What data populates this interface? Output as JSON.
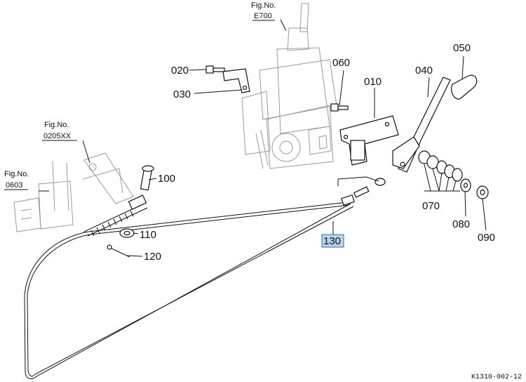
{
  "diagram": {
    "callouts": [
      {
        "id": "c050",
        "text": "050"
      },
      {
        "id": "c040",
        "text": "040"
      },
      {
        "id": "c060",
        "text": "060"
      },
      {
        "id": "c010",
        "text": "010"
      },
      {
        "id": "c020",
        "text": "020"
      },
      {
        "id": "c030",
        "text": "030"
      },
      {
        "id": "c100",
        "text": "100"
      },
      {
        "id": "c110",
        "text": "110"
      },
      {
        "id": "c120",
        "text": "120"
      },
      {
        "id": "c130",
        "text": "130"
      },
      {
        "id": "c070",
        "text": "070"
      },
      {
        "id": "c080",
        "text": "080"
      },
      {
        "id": "c090",
        "text": "090"
      }
    ],
    "fig_refs": [
      {
        "label": "Fig.No.",
        "code": "E700"
      },
      {
        "label": "Fig.No.",
        "code": "0205XX"
      },
      {
        "label": "Fig.No.",
        "code": "0603"
      }
    ],
    "drawing_code": "K1310-002-12",
    "highlight_color": "#b7d3ee"
  }
}
